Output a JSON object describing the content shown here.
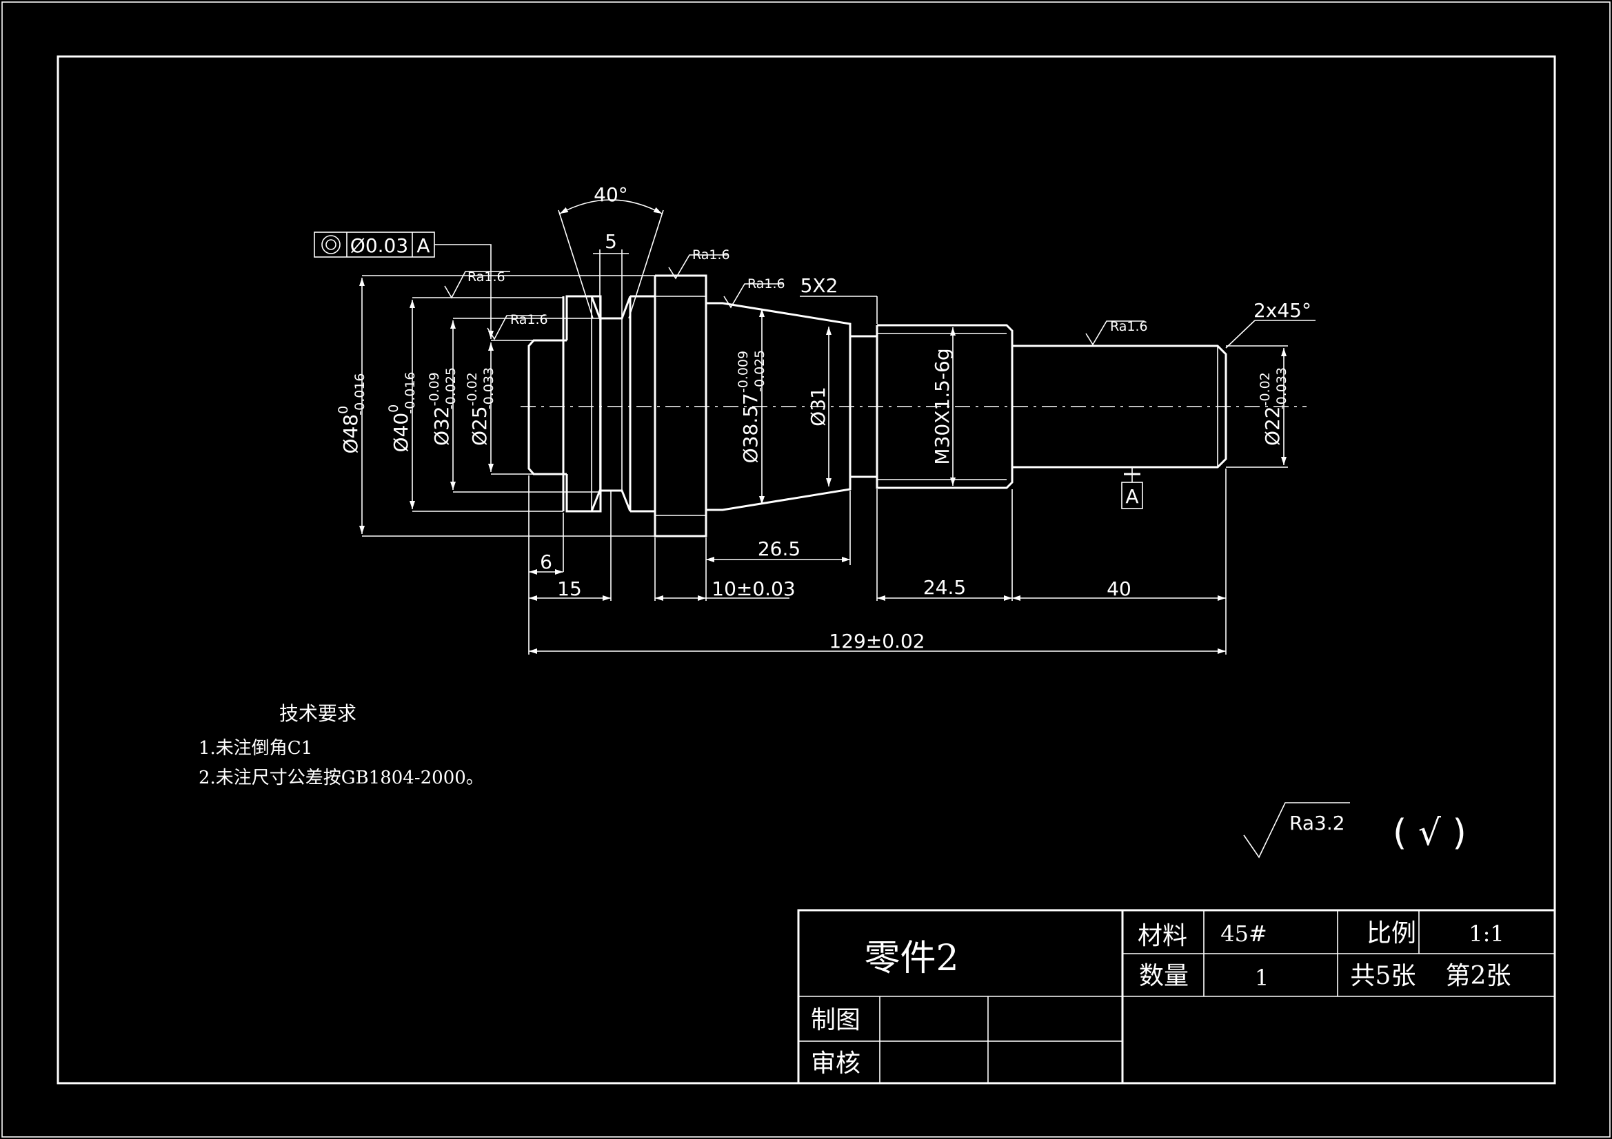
{
  "colors": {
    "background": "#000000",
    "line": "#ffffff"
  },
  "geometric_tolerance": {
    "symbol": "◎",
    "value": "Ø0.03",
    "datum": "A"
  },
  "datum_label": "A",
  "dims": {
    "angle": "40°",
    "groove_width": "5",
    "thread_relief": "5X2",
    "chamfer": "2x45°",
    "thread": "M30X1.5-6g",
    "d31": "Ø31",
    "d38_main": "Ø38.57",
    "d38_up": "-0.009",
    "d38_lo": "-0.025",
    "d48_main": "Ø48",
    "d48_up": "0",
    "d48_lo": "-0.016",
    "d40_main": "Ø40",
    "d40_up": "0",
    "d40_lo": "-0.016",
    "d32_main": "Ø32",
    "d32_up": "-0.09",
    "d32_lo": "-0.025",
    "d25_main": "Ø25",
    "d25_up": "-0.02",
    "d25_lo": "-0.033",
    "d22_main": "Ø22",
    "d22_up": "-0.02",
    "d22_lo": "-0.033",
    "len_6": "6",
    "len_15": "15",
    "len_10": "10±0.03",
    "len_26_5": "26.5",
    "len_24_5": "24.5",
    "len_40": "40",
    "len_total": "129±0.02"
  },
  "roughness_local": "Ra1.6",
  "roughness_general": {
    "value": "Ra3.2",
    "note": "( √ )"
  },
  "tech_requirements": {
    "title": "技术要求",
    "items": [
      "1.未注倒角C1",
      "2.未注尺寸公差按GB1804-2000。"
    ]
  },
  "title_block": {
    "part_name": "零件2",
    "material_label": "材料",
    "material_value": "45#",
    "scale_label": "比例",
    "scale_value": "1:1",
    "quantity_label": "数量",
    "quantity_value": "1",
    "sheets_total": "共5张",
    "sheet_number": "第2张",
    "drawn_label": "制图",
    "check_label": "审核"
  }
}
